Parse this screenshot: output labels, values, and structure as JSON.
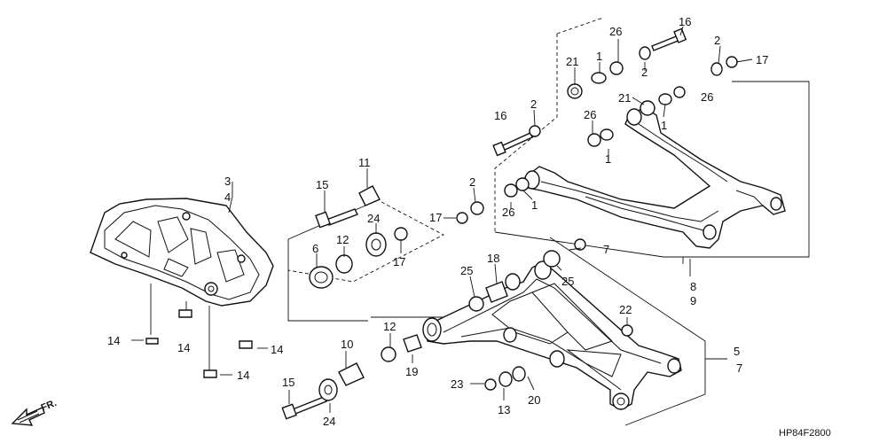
{
  "diagram_code": "HP84F2800",
  "direction_label": "FR.",
  "callouts": [
    {
      "id": "c16a",
      "label": "16"
    },
    {
      "id": "c26a",
      "label": "26"
    },
    {
      "id": "c2a",
      "label": "2"
    },
    {
      "id": "c2b",
      "label": "2"
    },
    {
      "id": "c17a",
      "label": "17"
    },
    {
      "id": "c21a",
      "label": "21"
    },
    {
      "id": "c1a",
      "label": "1"
    },
    {
      "id": "c21b",
      "label": "21"
    },
    {
      "id": "c26b",
      "label": "26"
    },
    {
      "id": "c1b",
      "label": "1"
    },
    {
      "id": "c16b",
      "label": "16"
    },
    {
      "id": "c2c",
      "label": "2"
    },
    {
      "id": "c26c",
      "label": "26"
    },
    {
      "id": "c1c",
      "label": "1"
    },
    {
      "id": "c2d",
      "label": "2"
    },
    {
      "id": "c17b",
      "label": "17"
    },
    {
      "id": "c26d",
      "label": "26"
    },
    {
      "id": "c1d",
      "label": "1"
    },
    {
      "id": "c3",
      "label": "3"
    },
    {
      "id": "c4",
      "label": "4"
    },
    {
      "id": "c11",
      "label": "11"
    },
    {
      "id": "c15a",
      "label": "15"
    },
    {
      "id": "c24a",
      "label": "24"
    },
    {
      "id": "c6",
      "label": "6"
    },
    {
      "id": "c12a",
      "label": "12"
    },
    {
      "id": "c17c",
      "label": "17"
    },
    {
      "id": "c25a",
      "label": "25"
    },
    {
      "id": "c18",
      "label": "18"
    },
    {
      "id": "c7a",
      "label": "7"
    },
    {
      "id": "c25b",
      "label": "25"
    },
    {
      "id": "c8",
      "label": "8"
    },
    {
      "id": "c9",
      "label": "9"
    },
    {
      "id": "c22",
      "label": "22"
    },
    {
      "id": "c5",
      "label": "5"
    },
    {
      "id": "c7b",
      "label": "7"
    },
    {
      "id": "c14a",
      "label": "14"
    },
    {
      "id": "c14b",
      "label": "14"
    },
    {
      "id": "c14c",
      "label": "14"
    },
    {
      "id": "c14d",
      "label": "14"
    },
    {
      "id": "c10",
      "label": "10"
    },
    {
      "id": "c12b",
      "label": "12"
    },
    {
      "id": "c19",
      "label": "19"
    },
    {
      "id": "c15b",
      "label": "15"
    },
    {
      "id": "c24b",
      "label": "24"
    },
    {
      "id": "c23",
      "label": "23"
    },
    {
      "id": "c13",
      "label": "13"
    },
    {
      "id": "c20",
      "label": "20"
    }
  ]
}
